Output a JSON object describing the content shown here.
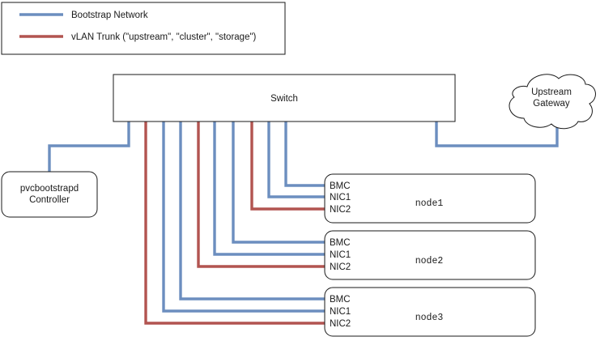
{
  "colors": {
    "bootstrap_network": "#6c8ebf",
    "vlan_trunk": "#b25450",
    "stroke": "#1a1a1a",
    "background": "#ffffff"
  },
  "legend": {
    "items": [
      {
        "swatch_color": "#6c8ebf",
        "label": "Bootstrap Network"
      },
      {
        "swatch_color": "#b25450",
        "label": "vLAN Trunk (\"upstream\", \"cluster\", \"storage\")"
      }
    ]
  },
  "nodes": {
    "switch": {
      "label": "Switch"
    },
    "controller": {
      "label_line1": "pvcbootstrapd",
      "label_line2": "Controller"
    },
    "gateway": {
      "label_line1": "Upstream",
      "label_line2": "Gateway"
    },
    "servers": [
      {
        "name": "node1",
        "ports": [
          {
            "label": "BMC",
            "network": "Bootstrap Network",
            "color": "#6c8ebf"
          },
          {
            "label": "NIC1",
            "network": "Bootstrap Network",
            "color": "#6c8ebf"
          },
          {
            "label": "NIC2",
            "network": "vLAN Trunk",
            "color": "#b25450"
          }
        ]
      },
      {
        "name": "node2",
        "ports": [
          {
            "label": "BMC",
            "network": "Bootstrap Network",
            "color": "#6c8ebf"
          },
          {
            "label": "NIC1",
            "network": "Bootstrap Network",
            "color": "#6c8ebf"
          },
          {
            "label": "NIC2",
            "network": "vLAN Trunk",
            "color": "#b25450"
          }
        ]
      },
      {
        "name": "node3",
        "ports": [
          {
            "label": "BMC",
            "network": "Bootstrap Network",
            "color": "#6c8ebf"
          },
          {
            "label": "NIC1",
            "network": "Bootstrap Network",
            "color": "#6c8ebf"
          },
          {
            "label": "NIC2",
            "network": "vLAN Trunk",
            "color": "#b25450"
          }
        ]
      }
    ]
  }
}
